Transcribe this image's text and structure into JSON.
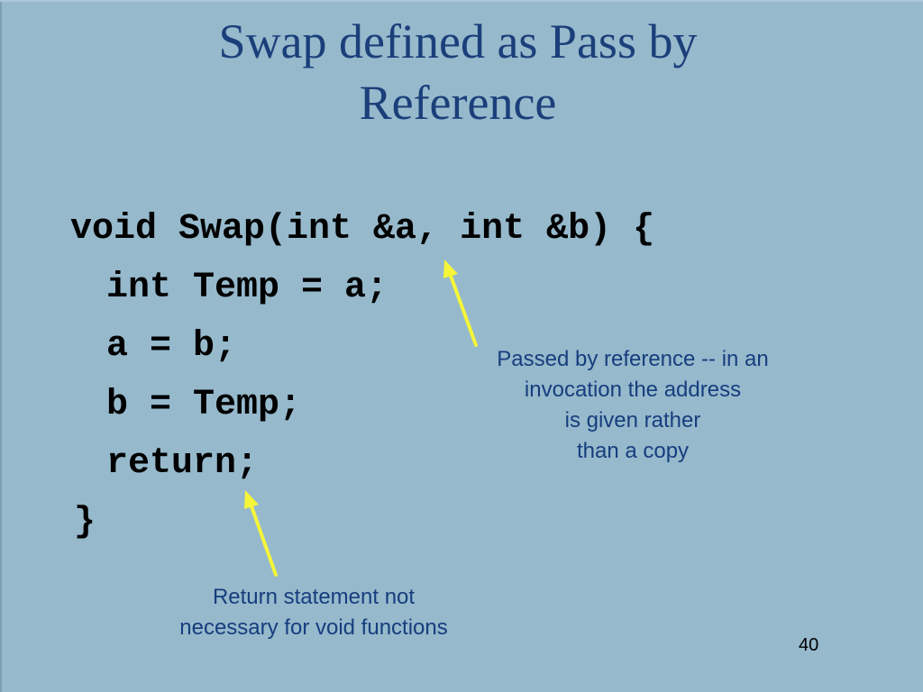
{
  "slide": {
    "title_lines": [
      "Swap defined as Pass by",
      "Reference"
    ],
    "code_lines": [
      "void Swap(int &a, int &b) {",
      "int Temp = a;",
      "a = b;",
      "b = Temp;",
      "return;",
      "}"
    ],
    "callout_reference_lines": [
      "Passed by reference -- in an",
      "invocation the address",
      "is given rather",
      "than a copy"
    ],
    "callout_return_lines": [
      "Return statement not",
      "necessary for void functions"
    ],
    "slide_number": "40"
  },
  "colors": {
    "background": "#96b9cc",
    "title": "#1b3f7a",
    "callout_text": "#163e7e",
    "arrow": "#f5f53a"
  }
}
